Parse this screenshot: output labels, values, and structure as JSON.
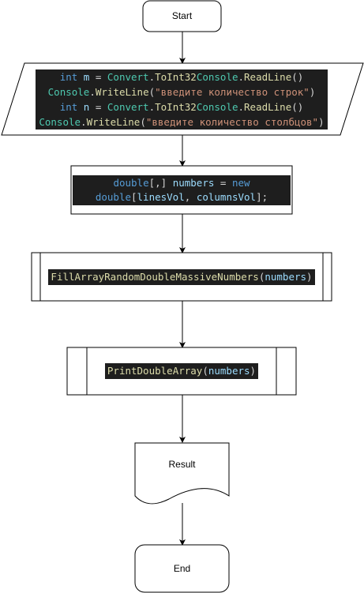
{
  "colors": {
    "code_bg": "#1e1e1e",
    "keyword": "#569cd6",
    "type": "#4ec9b0",
    "method": "#dcdcaa",
    "string": "#ce9178",
    "variable": "#9cdcfe",
    "plain": "#d4d4d4",
    "stroke": "#000000",
    "fill": "#ffffff"
  },
  "nodes": {
    "start": {
      "label": "Start"
    },
    "input": {
      "lines": [
        [
          [
            "int",
            "keyword"
          ],
          [
            " ",
            "plain"
          ],
          [
            "m",
            "variable"
          ],
          [
            " = ",
            "plain"
          ],
          [
            "Convert",
            "type"
          ],
          [
            ".",
            "plain"
          ],
          [
            "ToInt32",
            "method"
          ],
          [
            "Console",
            "type"
          ],
          [
            ".",
            "plain"
          ],
          [
            "ReadLine",
            "method"
          ],
          [
            "()",
            "plain"
          ]
        ],
        [
          [
            "Console",
            "type"
          ],
          [
            ".",
            "plain"
          ],
          [
            "WriteLine",
            "method"
          ],
          [
            "(",
            "plain"
          ],
          [
            "\"введите количество строк\"",
            "string"
          ],
          [
            ")",
            "plain"
          ]
        ],
        [
          [
            "int",
            "keyword"
          ],
          [
            " ",
            "plain"
          ],
          [
            "n",
            "variable"
          ],
          [
            " = ",
            "plain"
          ],
          [
            "Convert",
            "type"
          ],
          [
            ".",
            "plain"
          ],
          [
            "ToInt32",
            "method"
          ],
          [
            "Console",
            "type"
          ],
          [
            ".",
            "plain"
          ],
          [
            "ReadLine",
            "method"
          ],
          [
            "()",
            "plain"
          ]
        ],
        [
          [
            "Console",
            "type"
          ],
          [
            ".",
            "plain"
          ],
          [
            "WriteLine",
            "method"
          ],
          [
            "(",
            "plain"
          ],
          [
            "\"введите количество столбцов\"",
            "string"
          ],
          [
            ")",
            "plain"
          ]
        ]
      ]
    },
    "declare": {
      "lines": [
        [
          [
            "double",
            "keyword"
          ],
          [
            "[,] ",
            "plain"
          ],
          [
            "numbers",
            "variable"
          ],
          [
            " = ",
            "plain"
          ],
          [
            "new",
            "keyword"
          ]
        ],
        [
          [
            "double",
            "keyword"
          ],
          [
            "[",
            "plain"
          ],
          [
            "linesVol",
            "variable"
          ],
          [
            ", ",
            "plain"
          ],
          [
            "columnsVol",
            "variable"
          ],
          [
            "];",
            "plain"
          ]
        ]
      ]
    },
    "fill": {
      "lines": [
        [
          [
            "FillArrayRandomDoubleMassiveNumbers",
            "method"
          ],
          [
            "(",
            "plain"
          ],
          [
            "numbers",
            "variable"
          ],
          [
            ")",
            "plain"
          ]
        ]
      ]
    },
    "print": {
      "lines": [
        [
          [
            "PrintDoubleArray",
            "method"
          ],
          [
            "(",
            "plain"
          ],
          [
            "numbers",
            "variable"
          ],
          [
            ")",
            "plain"
          ]
        ]
      ]
    },
    "result": {
      "label": "Result"
    },
    "end": {
      "label": "End"
    }
  }
}
